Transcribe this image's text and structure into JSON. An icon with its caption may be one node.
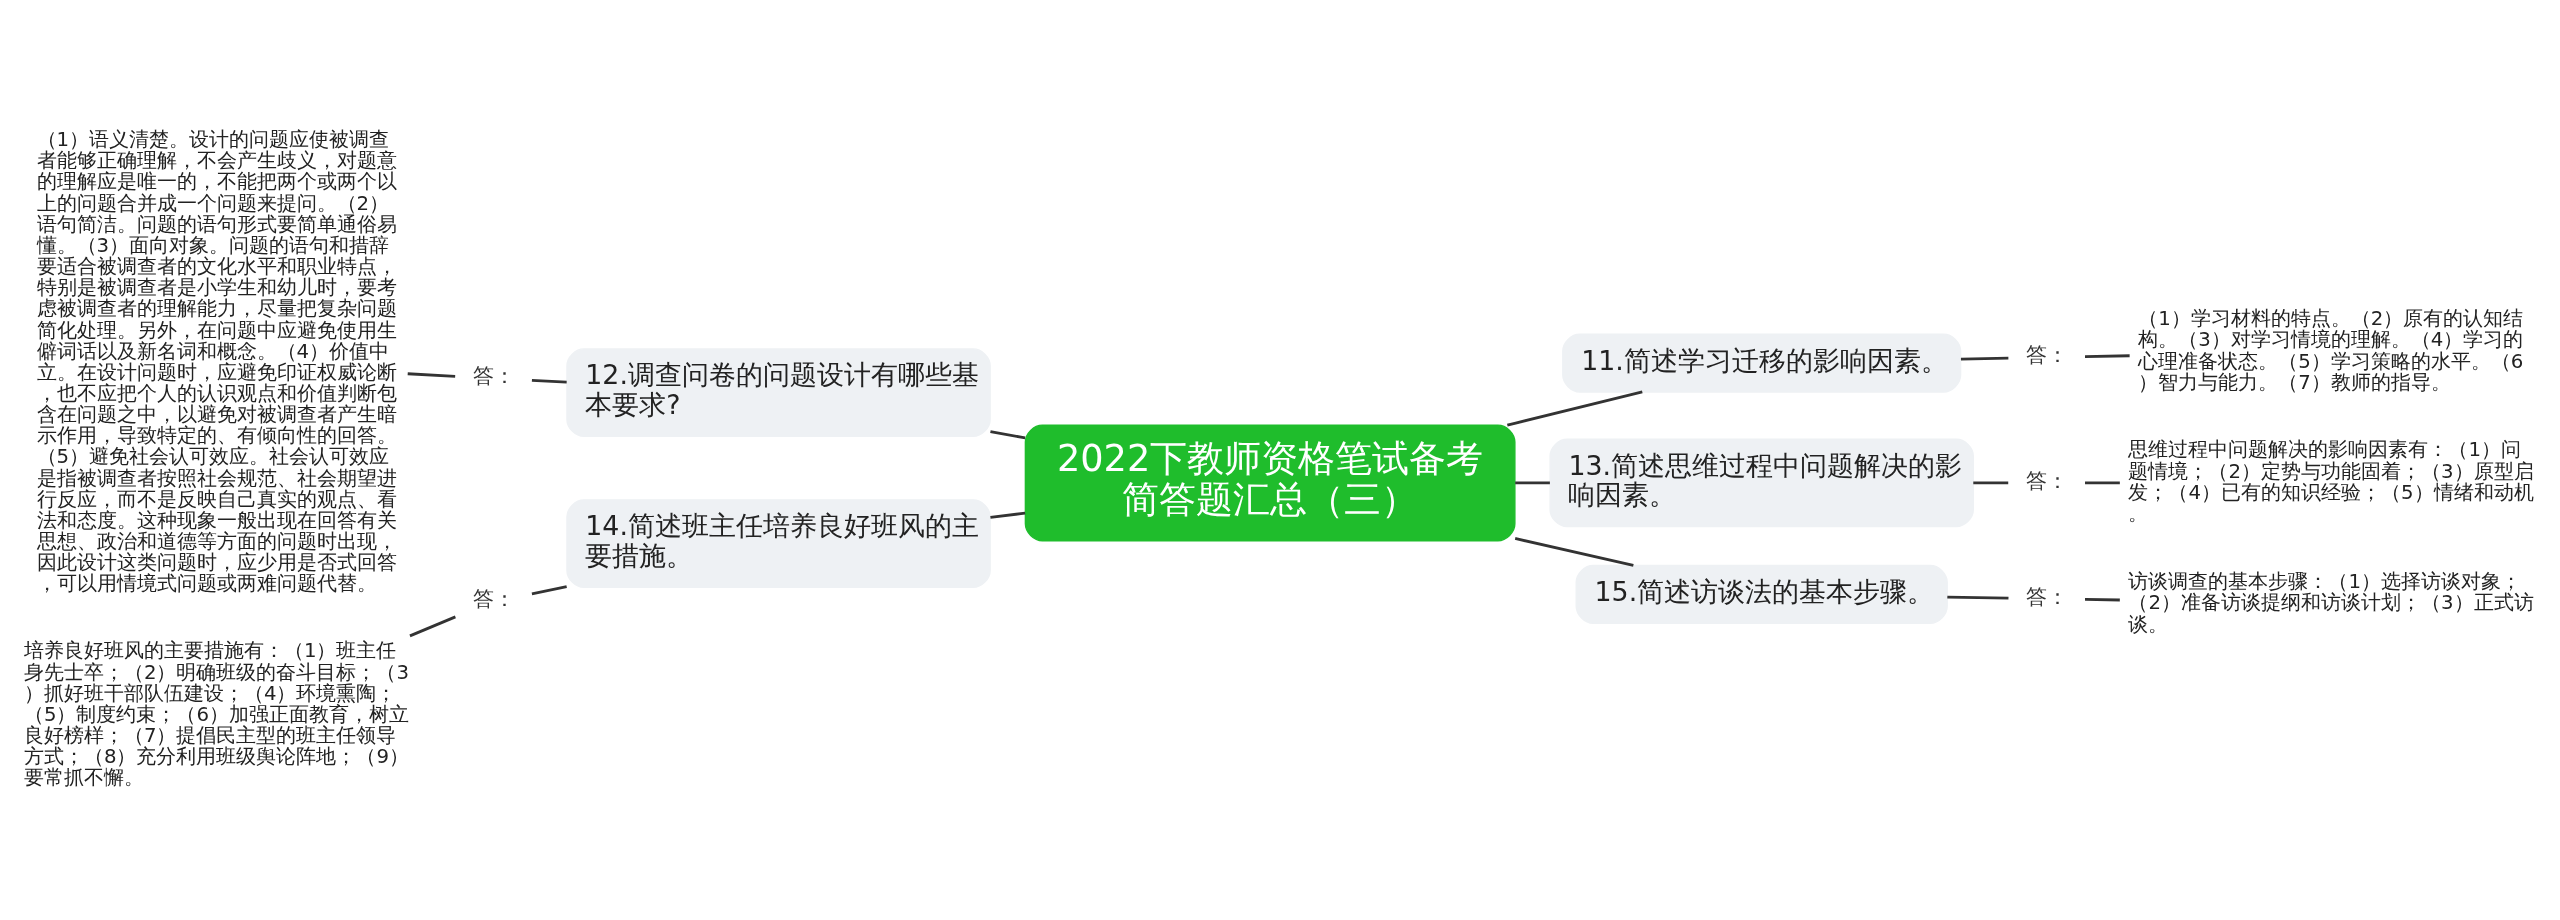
{
  "diagram": {
    "nodes": [
      {
        "text": [
          "2022下教师资格笔试备考简答题汇总（三）"
        ]
      },
      {
        "text": [
          "11.简述学习迁移的影响因素。"
        ]
      },
      {
        "text": [
          "答："
        ]
      },
      {
        "text": [
          "（1）学习材料的特点。（2）原有的认知结构。（3）对学习情境的理解。（4）学习的心理准备状态。（5）学习策略的水平。（6）智力与能力。（7）教师的指导。"
        ]
      },
      {
        "text": [
          "12.调查问卷的问题设计有哪些基本要求?"
        ]
      },
      {
        "text": [
          "答："
        ]
      },
      {
        "text": [
          "（1）语义清楚。设计的问题应使被调查者能够正确理解，不会产生歧义，对题意的理解应是唯一的，不能把两个或两个以上的问题合并成一个问题来提问。（2）语句简洁。问题的语句形式要简单通俗易懂。（3）面向对象。问题的语句和措辞要适合被调查者的文化水平和职业特点，特别是被调查者是小学生和幼儿时，要考虑被调查者的理解能力，尽量把复杂问题简化处理。另外，在问题中应避免使用生僻词话以及新名词和概念。（4）价值中立。在设计问题时，应避免印证权威论断，也不应把个人的认识观点和价值判断包含在问题之中，以避免对被调查者产生暗示作用，导致特定的、有倾向性的回答。（5）避免社会认可效应。社会认可效应是指被调查者按照社会规范、社会期望进行反应，而不是反映自己真实的观点、看法和态度。这种现象一般出现在回答有关思想、政治和道德等方面的问题时出现，因此设计这类问题时，应少用是否式回答，可以用情境式问题或两难问题代替。"
        ]
      },
      {
        "text": [
          "13.简述思维过程中问题解决的影响因素。"
        ]
      },
      {
        "text": [
          "答："
        ]
      },
      {
        "text": [
          "思维过程中问题解决的影响因素有：（1）问题情境；（2）定势与功能固着；（3）原型启发；（4）已有的知识经验；（5）情绪和动机。"
        ]
      },
      {
        "text": [
          "14.简述班主任培养良好班风的主要措施。"
        ]
      },
      {
        "text": [
          "答："
        ]
      },
      {
        "text": [
          "培养良好班风的主要措施有：（1）班主任身先士卒；（2）明确班级的奋斗目标；（3）抓好班干部队伍建设；（4）环境熏陶；（5）制度约束；（6）加强正面教育，树立良好榜样；（7）提倡民主型的班主任领导方式；（8）充分利用班级舆论阵地；（9）要常抓不懈。"
        ]
      },
      {
        "text": [
          "15.简述访谈法的基本步骤。"
        ]
      },
      {
        "text": [
          "答："
        ]
      },
      {
        "text": [
          "访谈调查的基本步骤：（1）选择访谈对象；（2）准备访谈提纲和访谈计划；（3）正式访谈。"
        ]
      }
    ],
    "edges": [
      {
        "from": 0,
        "to": 1,
        "arrow": "none"
      },
      {
        "from": 1,
        "to": 2,
        "arrow": "none"
      },
      {
        "from": 2,
        "to": 3,
        "arrow": "none"
      },
      {
        "from": 4,
        "to": 0,
        "arrow": "none"
      },
      {
        "from": 5,
        "to": 4,
        "arrow": "none"
      },
      {
        "from": 6,
        "to": 5,
        "arrow": "none"
      },
      {
        "from": 0,
        "to": 7,
        "arrow": "none"
      },
      {
        "from": 7,
        "to": 8,
        "arrow": "none"
      },
      {
        "from": 8,
        "to": 9,
        "arrow": "none"
      },
      {
        "from": 10,
        "to": 0,
        "arrow": "none"
      },
      {
        "from": 11,
        "to": 10,
        "arrow": "none"
      },
      {
        "from": 12,
        "to": 11,
        "arrow": "none"
      },
      {
        "from": 0,
        "to": 13,
        "arrow": "none"
      },
      {
        "from": 13,
        "to": 14,
        "arrow": "none"
      },
      {
        "from": 14,
        "to": 15,
        "arrow": "none"
      }
    ]
  }
}
